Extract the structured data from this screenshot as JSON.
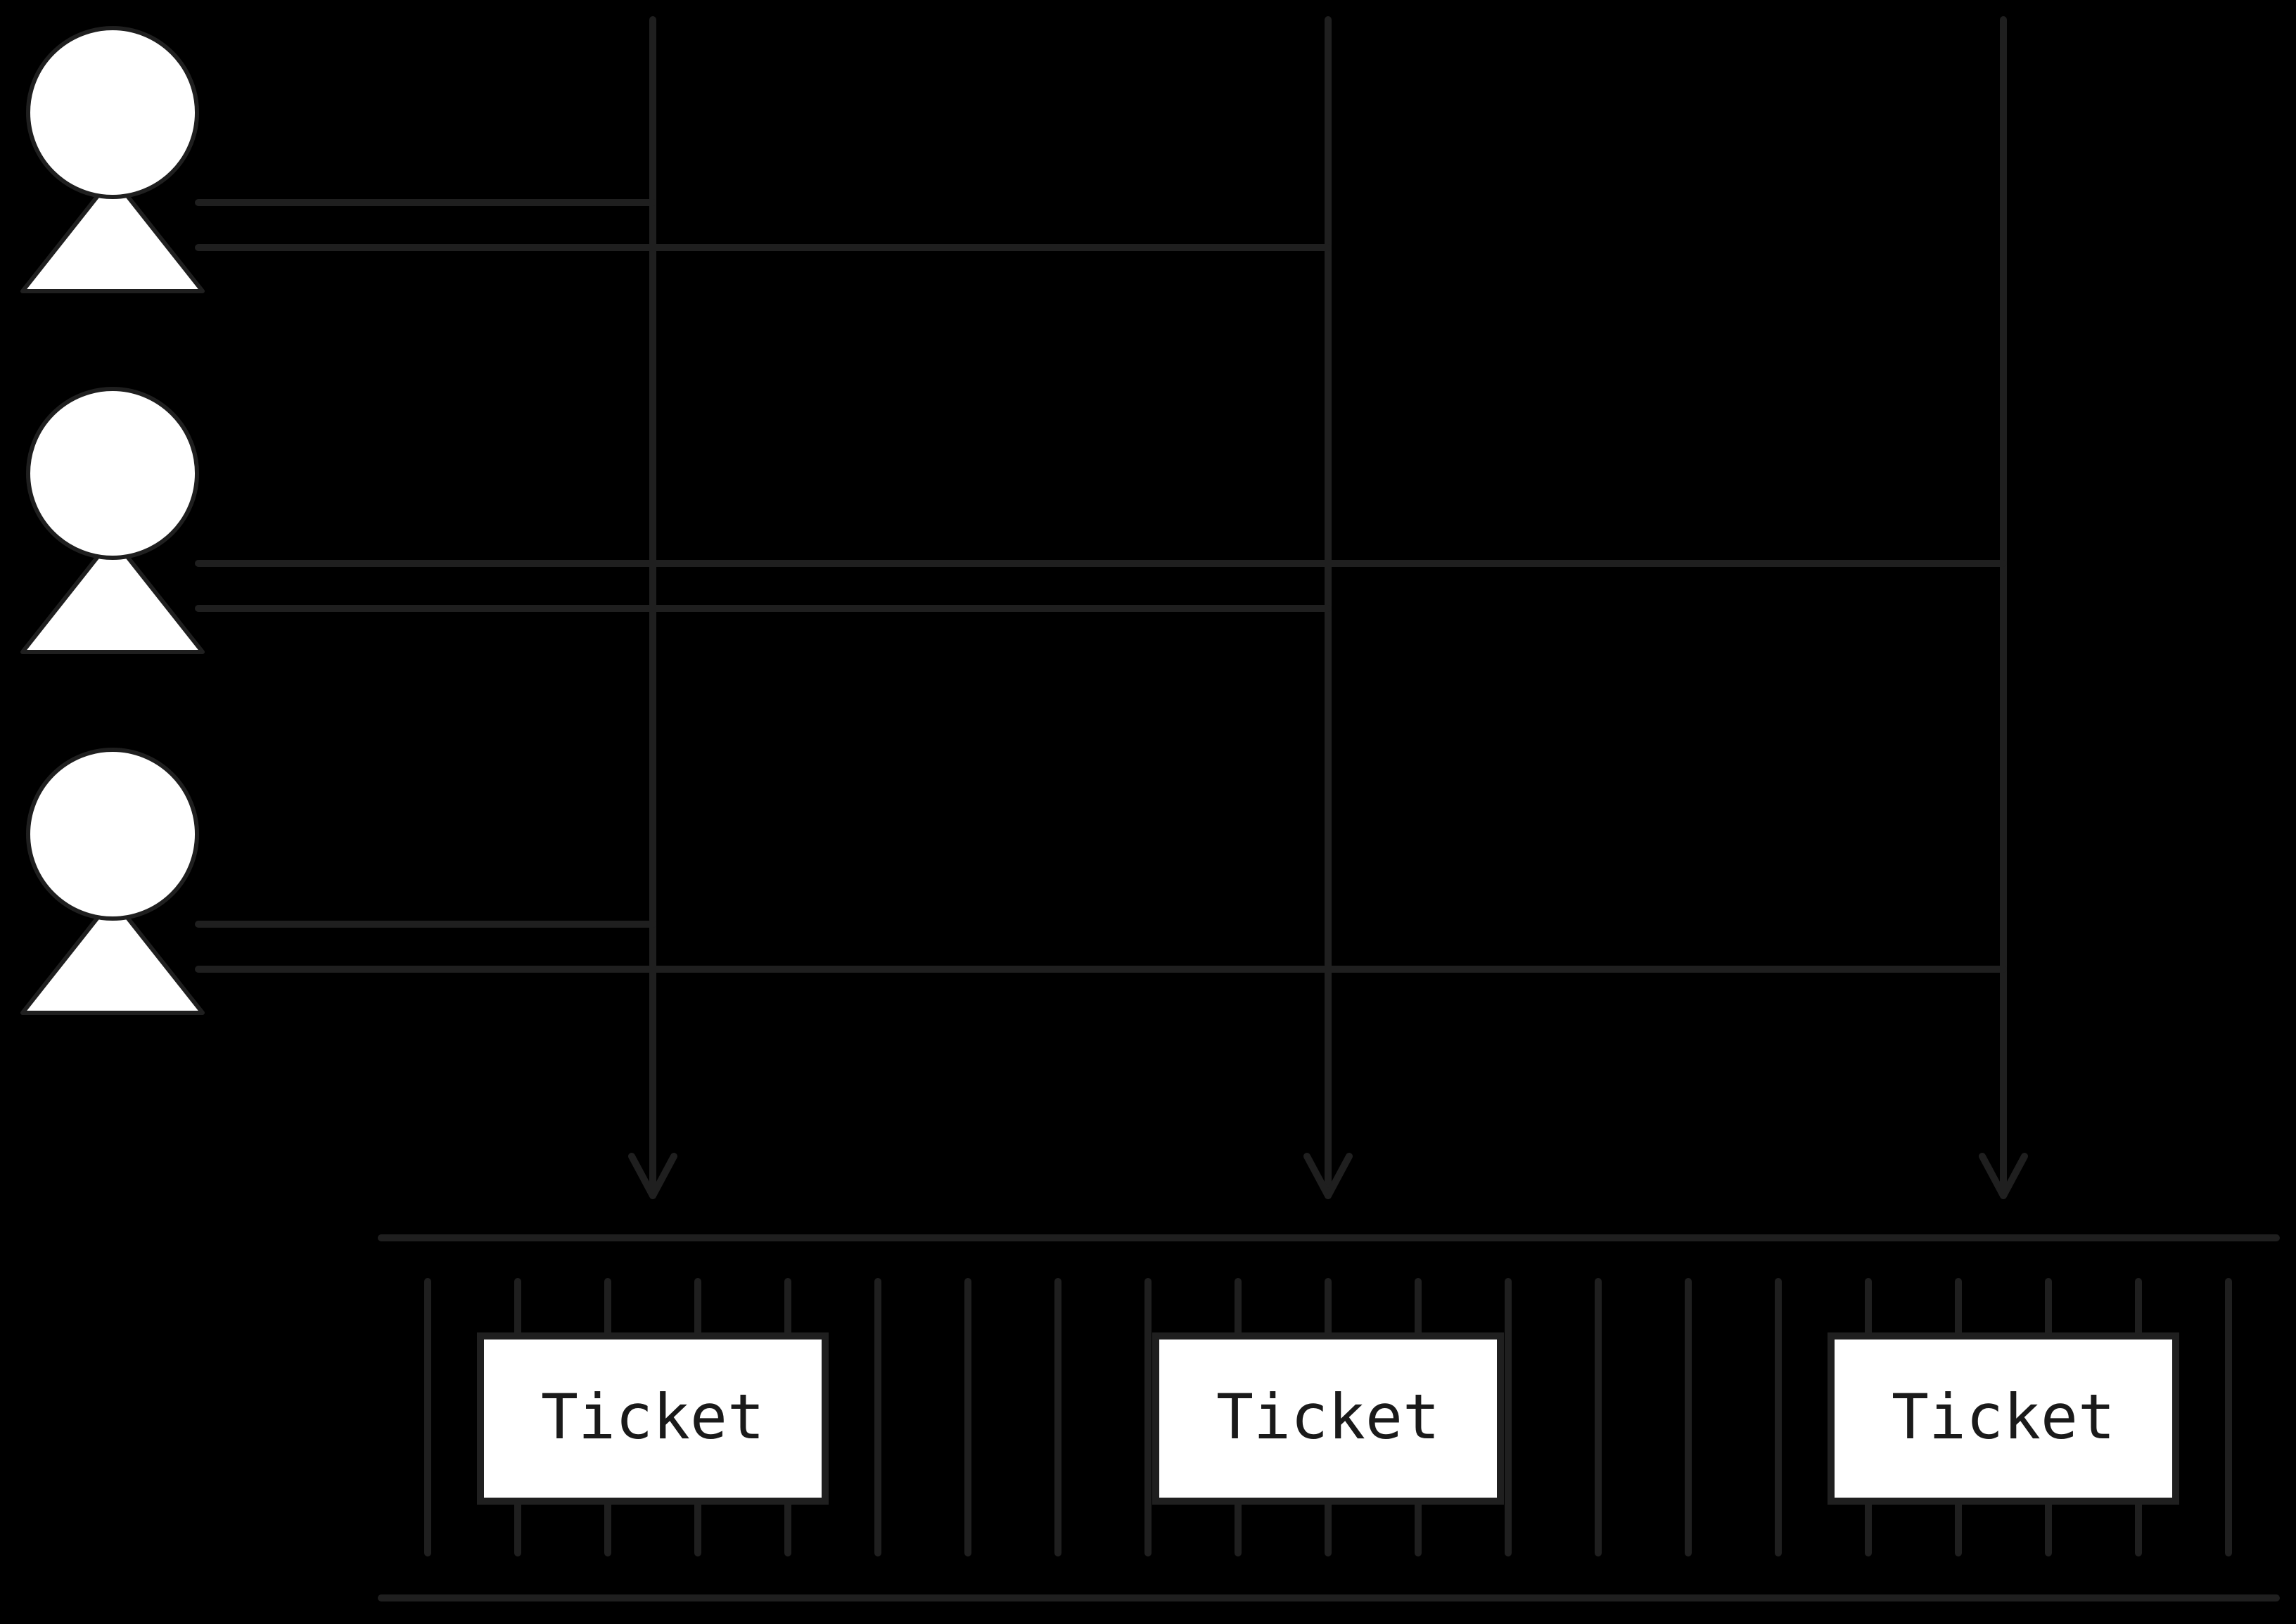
{
  "colors": {
    "background": "#000000",
    "line": "#1f1f1f",
    "figure_fill": "#ffffff",
    "box_fill": "#ffffff",
    "text": "#1a1a1a"
  },
  "people": [
    {
      "icon": "person-icon",
      "targets": [
        0,
        1
      ]
    },
    {
      "icon": "person-icon",
      "targets": [
        2,
        1
      ]
    },
    {
      "icon": "person-icon",
      "targets": [
        0,
        2
      ]
    }
  ],
  "tickets": [
    {
      "label": "Ticket"
    },
    {
      "label": "Ticket"
    },
    {
      "label": "Ticket"
    }
  ]
}
